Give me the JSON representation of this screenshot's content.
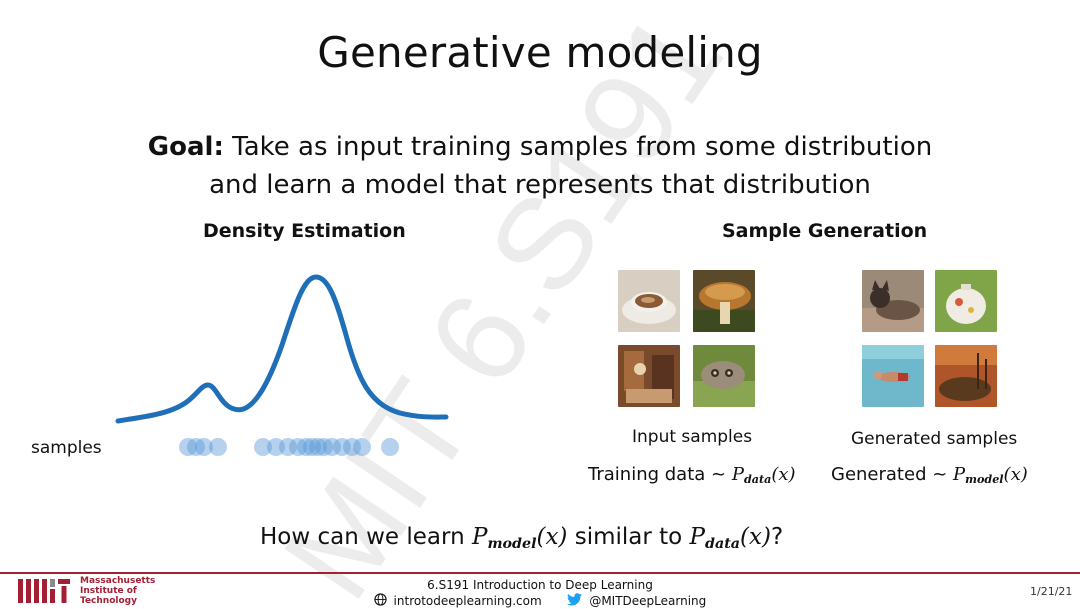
{
  "slide": {
    "title": "Generative modeling",
    "goal_label": "Goal:",
    "goal_line1": "Take as input training samples from some distribution",
    "goal_line2": "and learn a model that represents that distribution",
    "watermark": "MIT 6.S191"
  },
  "density": {
    "heading": "Density Estimation",
    "samples_label": "samples"
  },
  "generation": {
    "heading": "Sample Generation",
    "input_caption": "Input samples",
    "generated_caption": "Generated samples",
    "training_eq": {
      "prefix": "Training data ~ ",
      "p": "P",
      "sub": "data",
      "arg": "(x)"
    },
    "generated_eq": {
      "prefix": "Generated ~ ",
      "p": "P",
      "sub": "model",
      "arg": "(x)"
    },
    "input_images": [
      "coffee-cup-image",
      "mushroom-image",
      "room-interior-image",
      "butterfly-image"
    ],
    "generated_images": [
      "cat-image",
      "teapot-image",
      "swimmer-image",
      "landscape-image"
    ]
  },
  "question": {
    "pre": "How can we learn ",
    "p1": "P",
    "sub1": "model",
    "arg1": "(x)",
    "mid": " similar to ",
    "p2": "P",
    "sub2": "data",
    "arg2": "(x)",
    "post": "?"
  },
  "footer": {
    "inst_line1": "Massachusetts",
    "inst_line2": "Institute of",
    "inst_line3": "Technology",
    "course": "6.S191 Introduction to Deep Learning",
    "website": "introtodeeplearning.com",
    "twitter": "@MITDeepLearning",
    "date": "1/21/21"
  },
  "colors": {
    "curve": "#1f6fb8",
    "sample_dot": "#5a9ad6",
    "mit_red": "#a31f34",
    "twitter_blue": "#1da1f2"
  }
}
